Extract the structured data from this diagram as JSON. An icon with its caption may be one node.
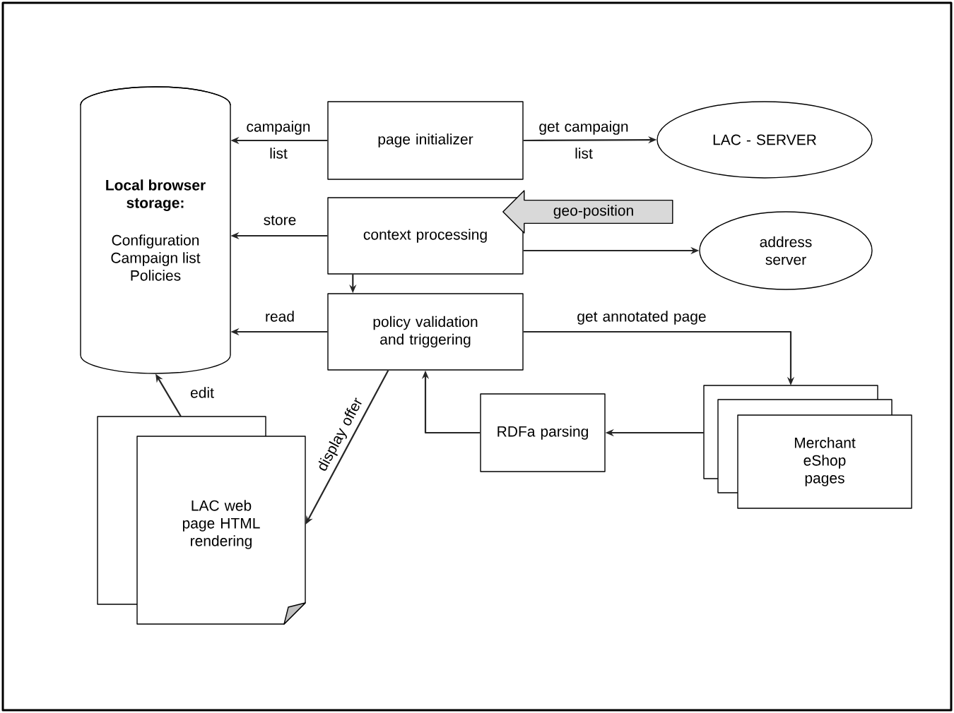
{
  "diagram": {
    "nodes": [
      {
        "text": [
          "Local browser storage:",
          "Configuration Campaign list Policies"
        ]
      },
      {
        "text": [
          "page initializer"
        ]
      },
      {
        "text": [
          "LAC - SERVER"
        ]
      },
      {
        "text": [
          "context processing"
        ]
      },
      {
        "text": [
          "geo-position"
        ]
      },
      {
        "text": [
          "address server"
        ]
      },
      {
        "text": [
          "policy validation and triggering"
        ]
      },
      {
        "text": [
          "RDFa parsing"
        ]
      },
      {
        "text": [
          "Merchant eShop pages"
        ]
      },
      {
        "text": [
          "LAC web page HTML rendering"
        ]
      }
    ],
    "edges": [
      {
        "from": 1,
        "to": 0,
        "arrow": "to",
        "label": "campaign list"
      },
      {
        "from": 1,
        "to": 2,
        "arrow": "to",
        "label": "get campaign list"
      },
      {
        "from": 3,
        "to": 0,
        "arrow": "to",
        "label": "store"
      },
      {
        "from": 3,
        "to": 5,
        "arrow": "to"
      },
      {
        "from": 3,
        "to": 6,
        "arrow": "to"
      },
      {
        "from": 6,
        "to": 0,
        "arrow": "to",
        "label": "read"
      },
      {
        "from": 6,
        "to": 8,
        "arrow": "to",
        "label": "get annotated page"
      },
      {
        "from": 8,
        "to": 7,
        "arrow": "to"
      },
      {
        "from": 7,
        "to": 6,
        "arrow": "to"
      },
      {
        "from": 9,
        "to": 0,
        "arrow": "to",
        "label": "edit"
      },
      {
        "from": 6,
        "to": 9,
        "arrow": "to",
        "label": "display offer"
      }
    ]
  }
}
